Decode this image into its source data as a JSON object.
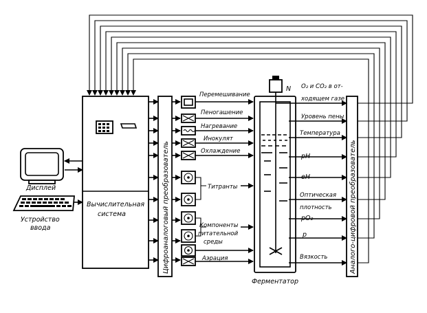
{
  "labels": {
    "display": "Дисплей",
    "input_device": "Устройство ввода",
    "computer": "Вычислительная система",
    "dac": "Цифроаналоговый преобразователь",
    "adc": "Аналого-цифровой преобразователь",
    "fermenter": "Ферментатор",
    "n_label": "N"
  },
  "actuators": [
    "Перемешивание",
    "Пеногашение",
    "Нагревание",
    "Инокулят",
    "Охлаждение",
    "Титранты",
    "Компоненты питательной среды",
    "Аэрация"
  ],
  "sensors": [
    "O₂ и CO₂ в отходящем газе",
    "Уровень пены",
    "Температура",
    "pH",
    "eH",
    "Оптическая плотность",
    "pO₂",
    "p",
    "Вязкость"
  ]
}
